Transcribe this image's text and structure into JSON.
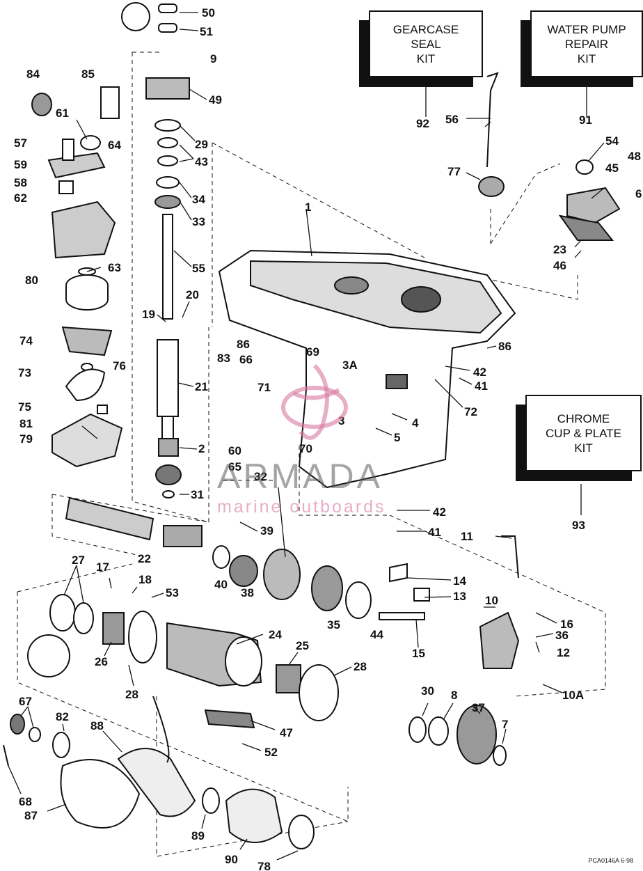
{
  "kits": {
    "gearcase_seal": {
      "label": "GEARCASE\nSEAL\nKIT",
      "number": "92"
    },
    "water_pump": {
      "label": "WATER PUMP\nREPAIR\nKIT",
      "number": "91"
    },
    "chrome_cup": {
      "label": "CHROME\nCUP & PLATE\nKIT",
      "number": "93"
    }
  },
  "watermark": {
    "brand": "ARMADA",
    "tagline": "marine outboards"
  },
  "drawing_code": "PCA0146A  6-98",
  "callouts": [
    "50",
    "51",
    "9",
    "49",
    "29",
    "43",
    "34",
    "33",
    "55",
    "20",
    "19",
    "21",
    "2",
    "32",
    "31",
    "84",
    "85",
    "61",
    "57",
    "64",
    "59",
    "58",
    "62",
    "63",
    "80",
    "74",
    "76",
    "73",
    "75",
    "81",
    "79",
    "1",
    "86",
    "66",
    "69",
    "83",
    "71",
    "3A",
    "3",
    "4",
    "5",
    "42",
    "41",
    "72",
    "70",
    "60",
    "65",
    "54",
    "48",
    "45",
    "6",
    "23",
    "46",
    "56",
    "77",
    "39",
    "22",
    "40",
    "38",
    "35",
    "44",
    "14",
    "13",
    "15",
    "10",
    "16",
    "36",
    "12",
    "10A",
    "11",
    "17",
    "18",
    "53",
    "27",
    "26",
    "28",
    "24",
    "25",
    "47",
    "52",
    "67",
    "82",
    "88",
    "68",
    "87",
    "89",
    "90",
    "78",
    "30",
    "8",
    "37",
    "7"
  ]
}
